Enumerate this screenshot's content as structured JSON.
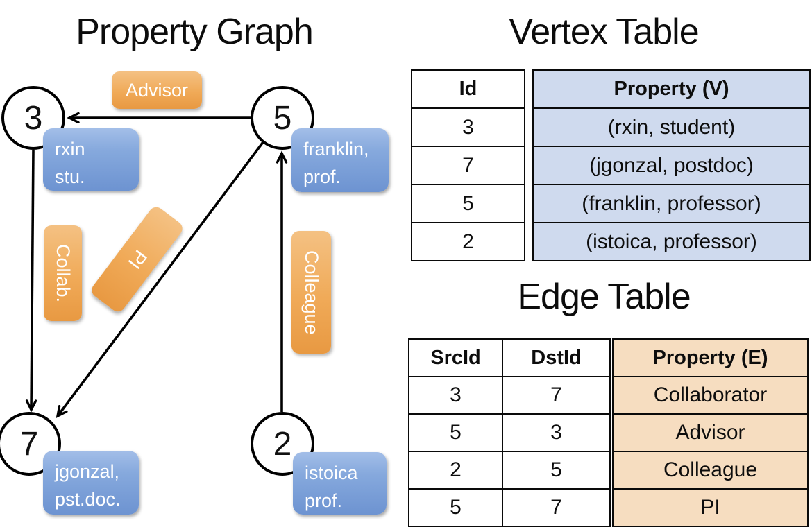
{
  "graph": {
    "title": "Property Graph",
    "nodes": {
      "n3": {
        "id": "3",
        "line1": "rxin",
        "line2": "stu."
      },
      "n5": {
        "id": "5",
        "line1": "franklin,",
        "line2": "prof."
      },
      "n7": {
        "id": "7",
        "line1": "jgonzal,",
        "line2": "pst.doc."
      },
      "n2": {
        "id": "2",
        "line1": "istoica",
        "line2": "prof."
      }
    },
    "edge_labels": {
      "advisor": "Advisor",
      "collab": "Collab.",
      "pi": "PI",
      "colleague": "Colleague"
    }
  },
  "vertex_table": {
    "title": "Vertex Table",
    "id_header": "Id",
    "property_header": "Property (V)",
    "rows": [
      {
        "id": "3",
        "property": "(rxin, student)"
      },
      {
        "id": "7",
        "property": "(jgonzal, postdoc)"
      },
      {
        "id": "5",
        "property": "(franklin, professor)"
      },
      {
        "id": "2",
        "property": "(istoica, professor)"
      }
    ]
  },
  "edge_table": {
    "title": "Edge Table",
    "src_header": "SrcId",
    "dst_header": "DstId",
    "property_header": "Property (E)",
    "rows": [
      {
        "src": "3",
        "dst": "7",
        "property": "Collaborator"
      },
      {
        "src": "5",
        "dst": "3",
        "property": "Advisor"
      },
      {
        "src": "2",
        "dst": "5",
        "property": "Colleague"
      },
      {
        "src": "5",
        "dst": "7",
        "property": "PI"
      }
    ]
  },
  "colors": {
    "vertex_property_fill": "#cfdaee",
    "edge_property_fill": "#f6ddc0",
    "orange_box_top": "#f4c183",
    "orange_box_bottom": "#e89942",
    "blue_box_top": "#a3bee8",
    "blue_box_bottom": "#6d93d1",
    "line_color": "#000000"
  }
}
